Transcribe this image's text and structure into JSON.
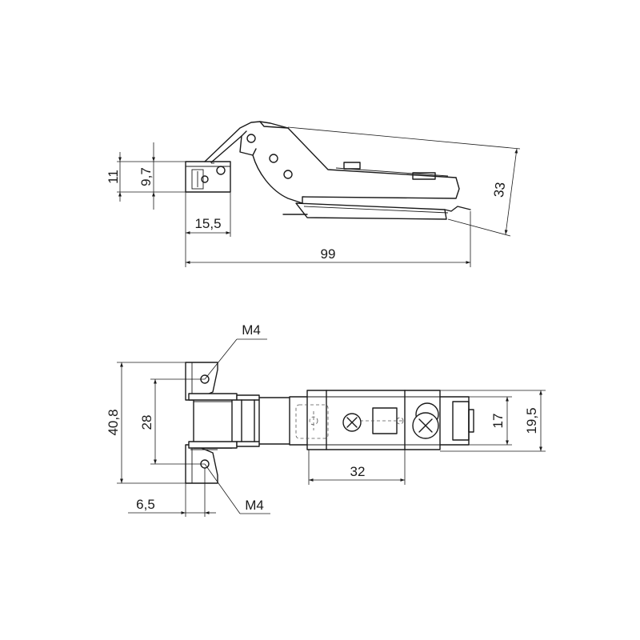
{
  "colors": {
    "line": "#1a1a1a",
    "background": "#ffffff",
    "hidden_line": "#555555"
  },
  "side_view": {
    "dim_11": "11",
    "dim_9_7": "9,7",
    "dim_15_5": "15,5",
    "dim_99": "99",
    "dim_33": "33"
  },
  "top_view": {
    "dim_40_8": "40,8",
    "dim_28": "28",
    "dim_6_5": "6,5",
    "dim_32": "32",
    "dim_17": "17",
    "dim_19_5": "19,5",
    "thread_top": "M4",
    "thread_bottom": "M4"
  }
}
